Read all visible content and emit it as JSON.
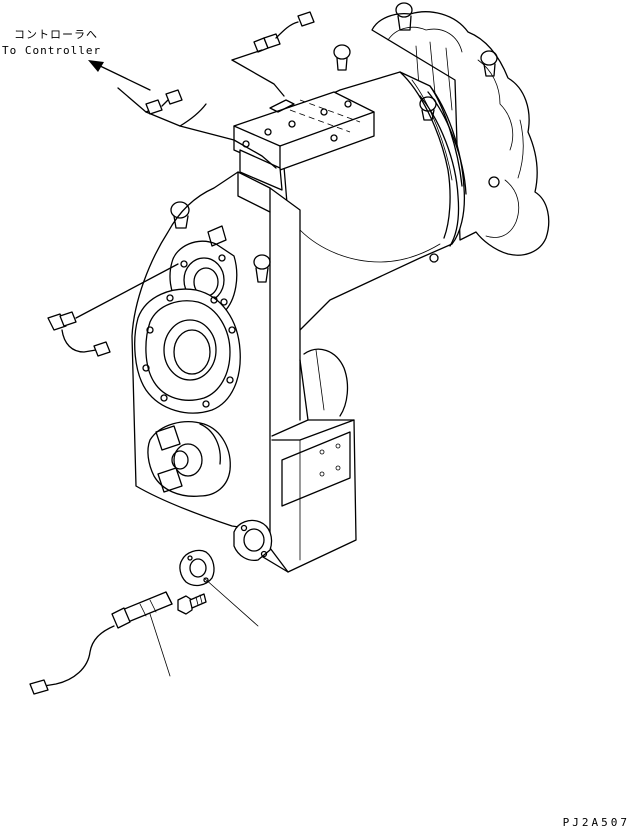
{
  "labels": {
    "controller_jp": "コントローラへ",
    "controller_en": "To Controller",
    "drawing_code": "PJ2A507"
  }
}
